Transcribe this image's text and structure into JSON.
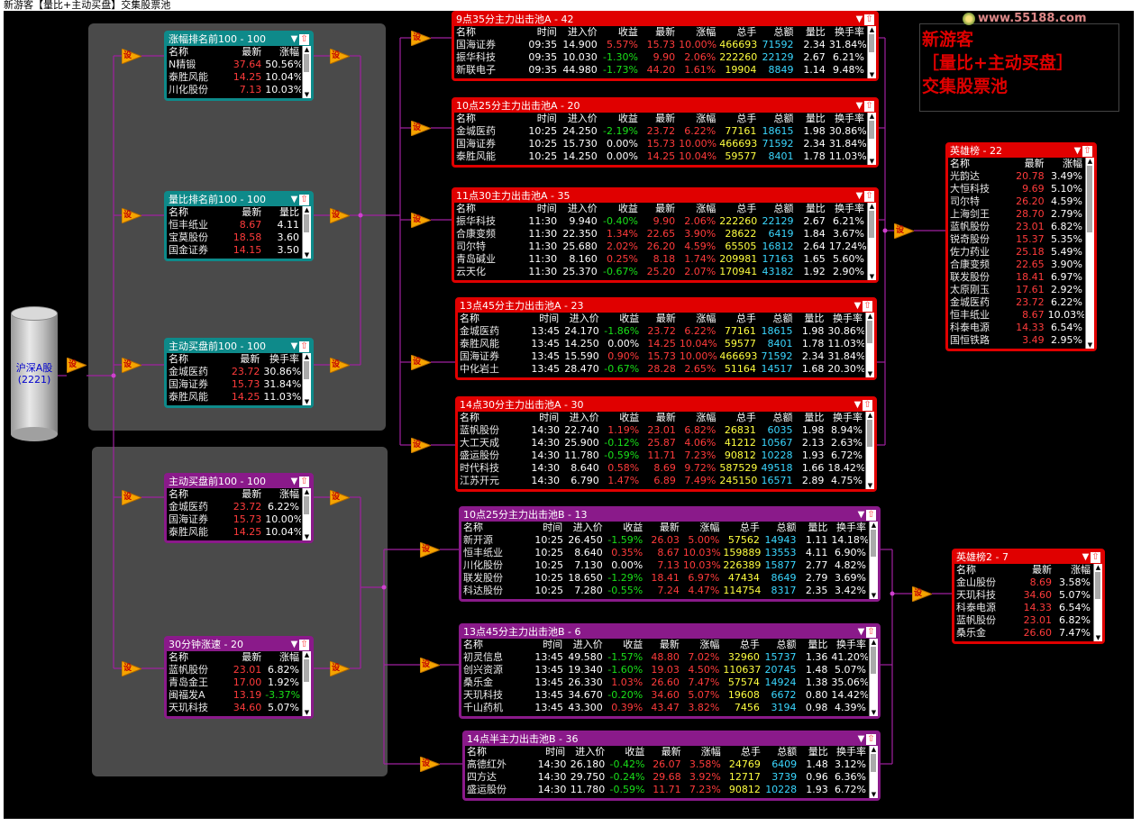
{
  "window": {
    "title": "新游客【量比+主动买盘】交集股票池"
  },
  "logo": {
    "text": "www.55188.com"
  },
  "source": {
    "label": "沪深A股",
    "count": "(2221)"
  },
  "info": {
    "lines": [
      "新游客",
      "［量比+主动买盘］",
      "交集股票池"
    ]
  },
  "node_label": "设",
  "colors": {
    "red_frame": "#e00000",
    "teal_frame": "#0e8a8a",
    "purple_frame": "#8a1a8a",
    "wire": "#a020a0"
  },
  "panels": {
    "zhangfu": {
      "title": "涨幅排名前100 - 100",
      "columns": [
        "名称",
        "最新",
        "涨幅"
      ],
      "rows": [
        {
          "name": "N精锻",
          "c": [
            "37.64",
            "50.56%"
          ]
        },
        {
          "name": "泰胜风能",
          "c": [
            "14.25",
            "10.04%"
          ]
        },
        {
          "name": "川化股份",
          "c": [
            "7.13",
            "10.03%"
          ]
        }
      ]
    },
    "liangbi": {
      "title": "量比排名前100 - 100",
      "columns": [
        "名称",
        "最新",
        "量比"
      ],
      "rows": [
        {
          "name": "恒丰纸业",
          "c": [
            "8.67",
            "4.11"
          ]
        },
        {
          "name": "宝莫股份",
          "c": [
            "18.58",
            "3.60"
          ]
        },
        {
          "name": "国金证券",
          "c": [
            "14.15",
            "3.50"
          ]
        }
      ]
    },
    "zhudongA": {
      "title": "主动买盘前100 - 100",
      "columns": [
        "名称",
        "最新",
        "换手率"
      ],
      "rows": [
        {
          "name": "金城医药",
          "c": [
            "23.72",
            "30.86%"
          ]
        },
        {
          "name": "国海证券",
          "c": [
            "15.73",
            "31.84%"
          ]
        },
        {
          "name": "泰胜风能",
          "c": [
            "14.25",
            "11.03%"
          ]
        }
      ]
    },
    "zhudongB": {
      "title": "主动买盘前100 - 100",
      "columns": [
        "名称",
        "最新",
        "涨幅"
      ],
      "rows": [
        {
          "name": "金城医药",
          "c": [
            "23.72",
            "6.22%"
          ]
        },
        {
          "name": "国海证券",
          "c": [
            "15.73",
            "10.00%"
          ]
        },
        {
          "name": "泰胜风能",
          "c": [
            "14.25",
            "10.04%"
          ]
        }
      ]
    },
    "zhangsu": {
      "title": "30分钟涨速 - 20",
      "columns": [
        "名称",
        "最新",
        "涨幅"
      ],
      "rows": [
        {
          "name": "蓝帆股份",
          "c": [
            "23.01",
            "6.82%"
          ]
        },
        {
          "name": "青岛金王",
          "c": [
            "17.00",
            "1.92%"
          ]
        },
        {
          "name": "闽福发A",
          "c": [
            "13.19",
            "-3.37%"
          ]
        },
        {
          "name": "天玑科技",
          "c": [
            "34.60",
            "5.07%"
          ]
        }
      ]
    },
    "pool_a1": {
      "title": "9点35分主力出击池A - 42",
      "columns": [
        "名称",
        "时间",
        "进入价",
        "收益",
        "最新",
        "涨幅",
        "总手",
        "总额",
        "量比",
        "换手率"
      ],
      "rows": [
        {
          "name": "国海证券",
          "c": [
            "09:35",
            "14.900",
            "5.57%",
            "15.73",
            "10.00%",
            "466693",
            "71592",
            "2.34",
            "31.84%"
          ]
        },
        {
          "name": "振华科技",
          "c": [
            "09:35",
            "10.030",
            "-1.30%",
            "9.90",
            "2.06%",
            "222260",
            "22129",
            "2.67",
            "6.21%"
          ]
        },
        {
          "name": "新联电子",
          "c": [
            "09:35",
            "44.980",
            "-1.73%",
            "44.20",
            "1.61%",
            "19904",
            "8849",
            "1.14",
            "9.48%"
          ]
        }
      ]
    },
    "pool_a2": {
      "title": "10点25分主力出击池A - 20",
      "columns": [
        "名称",
        "时间",
        "进入价",
        "收益",
        "最新",
        "涨幅",
        "总手",
        "总额",
        "量比",
        "换手率"
      ],
      "rows": [
        {
          "name": "金城医药",
          "c": [
            "10:25",
            "24.250",
            "-2.19%",
            "23.72",
            "6.22%",
            "77161",
            "18615",
            "1.98",
            "30.86%"
          ]
        },
        {
          "name": "国海证券",
          "c": [
            "10:25",
            "15.730",
            "0.00%",
            "15.73",
            "10.00%",
            "466693",
            "71592",
            "2.34",
            "31.84%"
          ]
        },
        {
          "name": "泰胜风能",
          "c": [
            "10:25",
            "14.250",
            "0.00%",
            "14.25",
            "10.04%",
            "59577",
            "8401",
            "1.78",
            "11.03%"
          ]
        }
      ]
    },
    "pool_a3": {
      "title": "11点30主力出击池A - 35",
      "columns": [
        "名称",
        "时间",
        "进入价",
        "收益",
        "最新",
        "涨幅",
        "总手",
        "总额",
        "量比",
        "换手率"
      ],
      "rows": [
        {
          "name": "振华科技",
          "c": [
            "11:30",
            "9.940",
            "-0.40%",
            "9.90",
            "2.06%",
            "222260",
            "22129",
            "2.67",
            "6.21%"
          ]
        },
        {
          "name": "合康变频",
          "c": [
            "11:30",
            "22.350",
            "1.34%",
            "22.65",
            "3.90%",
            "28622",
            "6419",
            "1.84",
            "3.67%"
          ]
        },
        {
          "name": "司尔特",
          "c": [
            "11:30",
            "25.680",
            "2.02%",
            "26.20",
            "4.59%",
            "65505",
            "16812",
            "2.64",
            "17.24%"
          ]
        },
        {
          "name": "青岛碱业",
          "c": [
            "11:30",
            "8.160",
            "0.25%",
            "8.18",
            "1.74%",
            "209981",
            "17163",
            "1.65",
            "5.60%"
          ]
        },
        {
          "name": "云天化",
          "c": [
            "11:30",
            "25.370",
            "-0.67%",
            "25.20",
            "2.07%",
            "170941",
            "43182",
            "1.92",
            "2.90%"
          ]
        }
      ]
    },
    "pool_a4": {
      "title": "13点45分主力出击池A - 23",
      "columns": [
        "名称",
        "时间",
        "进入价",
        "收益",
        "最新",
        "涨幅",
        "总手",
        "总额",
        "量比",
        "换手率"
      ],
      "rows": [
        {
          "name": "金城医药",
          "c": [
            "13:45",
            "24.170",
            "-1.86%",
            "23.72",
            "6.22%",
            "77161",
            "18615",
            "1.98",
            "30.86%"
          ]
        },
        {
          "name": "泰胜风能",
          "c": [
            "13:45",
            "14.250",
            "0.00%",
            "14.25",
            "10.04%",
            "59577",
            "8401",
            "1.78",
            "11.03%"
          ]
        },
        {
          "name": "国海证券",
          "c": [
            "13:45",
            "15.590",
            "0.90%",
            "15.73",
            "10.00%",
            "466693",
            "71592",
            "2.34",
            "31.84%"
          ]
        },
        {
          "name": "中化岩土",
          "c": [
            "13:45",
            "28.470",
            "-0.67%",
            "28.28",
            "2.65%",
            "51164",
            "14517",
            "1.68",
            "20.30%"
          ]
        }
      ]
    },
    "pool_a5": {
      "title": "14点30分主力出击池A - 30",
      "columns": [
        "名称",
        "时间",
        "进入价",
        "收益",
        "最新",
        "涨幅",
        "总手",
        "总额",
        "量比",
        "换手率"
      ],
      "rows": [
        {
          "name": "蓝帆股份",
          "c": [
            "14:30",
            "22.740",
            "1.19%",
            "23.01",
            "6.82%",
            "26831",
            "6035",
            "1.98",
            "8.94%"
          ]
        },
        {
          "name": "大工天成",
          "c": [
            "14:30",
            "25.900",
            "-0.12%",
            "25.87",
            "4.06%",
            "41212",
            "10567",
            "2.13",
            "2.63%"
          ]
        },
        {
          "name": "盛运股份",
          "c": [
            "14:30",
            "11.780",
            "-0.59%",
            "11.71",
            "7.23%",
            "90812",
            "10228",
            "1.93",
            "6.72%"
          ]
        },
        {
          "name": "时代科技",
          "c": [
            "14:30",
            "8.640",
            "0.58%",
            "8.69",
            "9.72%",
            "587529",
            "49518",
            "1.66",
            "18.42%"
          ]
        },
        {
          "name": "江苏开元",
          "c": [
            "14:30",
            "6.790",
            "1.47%",
            "6.89",
            "7.49%",
            "245150",
            "16571",
            "2.89",
            "4.75%"
          ]
        }
      ]
    },
    "pool_b1": {
      "title": "10点25分主力出击池B - 13",
      "columns": [
        "名称",
        "时间",
        "进入价",
        "收益",
        "最新",
        "涨幅",
        "总手",
        "总额",
        "量比",
        "换手率"
      ],
      "rows": [
        {
          "name": "新开源",
          "c": [
            "10:25",
            "26.450",
            "-1.59%",
            "26.03",
            "5.00%",
            "57562",
            "14943",
            "1.11",
            "14.18%"
          ]
        },
        {
          "name": "恒丰纸业",
          "c": [
            "10:25",
            "8.640",
            "0.35%",
            "8.67",
            "10.03%",
            "159889",
            "13553",
            "4.11",
            "6.90%"
          ]
        },
        {
          "name": "川化股份",
          "c": [
            "10:25",
            "7.130",
            "0.00%",
            "7.13",
            "10.03%",
            "226389",
            "15877",
            "2.77",
            "4.82%"
          ]
        },
        {
          "name": "联发股份",
          "c": [
            "10:25",
            "18.650",
            "-1.29%",
            "18.41",
            "6.97%",
            "47434",
            "8649",
            "2.79",
            "3.69%"
          ]
        },
        {
          "name": "科达股份",
          "c": [
            "10:25",
            "7.280",
            "-0.55%",
            "7.24",
            "4.47%",
            "114754",
            "8317",
            "2.35",
            "3.42%"
          ]
        }
      ]
    },
    "pool_b2": {
      "title": "13点45分主力出击池B - 6",
      "columns": [
        "名称",
        "时间",
        "进入价",
        "收益",
        "最新",
        "涨幅",
        "总手",
        "总额",
        "量比",
        "换手率"
      ],
      "rows": [
        {
          "name": "初灵信息",
          "c": [
            "13:45",
            "49.580",
            "-1.57%",
            "48.80",
            "7.02%",
            "32960",
            "15737",
            "1.36",
            "41.20%"
          ]
        },
        {
          "name": "创兴资源",
          "c": [
            "13:45",
            "19.340",
            "-1.60%",
            "19.03",
            "4.50%",
            "110637",
            "20745",
            "1.48",
            "5.07%"
          ]
        },
        {
          "name": "桑乐金",
          "c": [
            "13:45",
            "26.330",
            "1.03%",
            "26.60",
            "7.47%",
            "57574",
            "14924",
            "1.38",
            "35.06%"
          ]
        },
        {
          "name": "天玑科技",
          "c": [
            "13:45",
            "34.670",
            "-0.20%",
            "34.60",
            "5.07%",
            "19608",
            "6672",
            "0.80",
            "14.42%"
          ]
        },
        {
          "name": "千山药机",
          "c": [
            "13:45",
            "43.300",
            "0.39%",
            "43.47",
            "3.82%",
            "7456",
            "3194",
            "0.98",
            "4.39%"
          ]
        }
      ]
    },
    "pool_b3": {
      "title": "14点半主力出击池B - 36",
      "columns": [
        "名称",
        "时间",
        "进入价",
        "收益",
        "最新",
        "涨幅",
        "总手",
        "总额",
        "量比",
        "换手率"
      ],
      "rows": [
        {
          "name": "高德红外",
          "c": [
            "14:30",
            "26.180",
            "-0.42%",
            "26.07",
            "3.58%",
            "24769",
            "6409",
            "1.48",
            "3.12%"
          ]
        },
        {
          "name": "四方达",
          "c": [
            "14:30",
            "29.750",
            "-0.24%",
            "29.68",
            "3.92%",
            "12717",
            "3739",
            "0.96",
            "6.36%"
          ]
        },
        {
          "name": "盛运股份",
          "c": [
            "14:30",
            "11.780",
            "-0.59%",
            "11.71",
            "7.23%",
            "90812",
            "10228",
            "1.93",
            "6.72%"
          ]
        }
      ]
    },
    "hero1": {
      "title": "英雄榜 - 22",
      "columns": [
        "名称",
        "最新",
        "涨幅"
      ],
      "rows": [
        {
          "name": "光韵达",
          "c": [
            "20.78",
            "3.49%"
          ]
        },
        {
          "name": "大恒科技",
          "c": [
            "9.69",
            "5.10%"
          ]
        },
        {
          "name": "司尔特",
          "c": [
            "26.20",
            "4.59%"
          ]
        },
        {
          "name": "上海剑王",
          "c": [
            "28.70",
            "2.79%"
          ]
        },
        {
          "name": "蓝帆股份",
          "c": [
            "23.01",
            "6.82%"
          ]
        },
        {
          "name": "锐奇股份",
          "c": [
            "15.37",
            "5.35%"
          ]
        },
        {
          "name": "佐力药业",
          "c": [
            "25.18",
            "5.49%"
          ]
        },
        {
          "name": "合康变频",
          "c": [
            "22.65",
            "3.90%"
          ]
        },
        {
          "name": "联发股份",
          "c": [
            "18.41",
            "6.97%"
          ]
        },
        {
          "name": "太原刚玉",
          "c": [
            "17.61",
            "2.92%"
          ]
        },
        {
          "name": "金城医药",
          "c": [
            "23.72",
            "6.22%"
          ]
        },
        {
          "name": "恒丰纸业",
          "c": [
            "8.67",
            "10.03%"
          ]
        },
        {
          "name": "科泰电源",
          "c": [
            "14.33",
            "6.54%"
          ]
        },
        {
          "name": "国恒铁路",
          "c": [
            "3.49",
            "2.95%"
          ]
        }
      ]
    },
    "hero2": {
      "title": "英雄榜2 - 7",
      "columns": [
        "名称",
        "最新",
        "涨幅"
      ],
      "rows": [
        {
          "name": "金山股份",
          "c": [
            "8.69",
            "3.58%"
          ]
        },
        {
          "name": "天玑科技",
          "c": [
            "34.60",
            "5.07%"
          ]
        },
        {
          "name": "科泰电源",
          "c": [
            "14.33",
            "6.54%"
          ]
        },
        {
          "name": "蓝帆股份",
          "c": [
            "23.01",
            "6.82%"
          ]
        },
        {
          "name": "桑乐金",
          "c": [
            "26.60",
            "7.47%"
          ]
        }
      ]
    }
  }
}
